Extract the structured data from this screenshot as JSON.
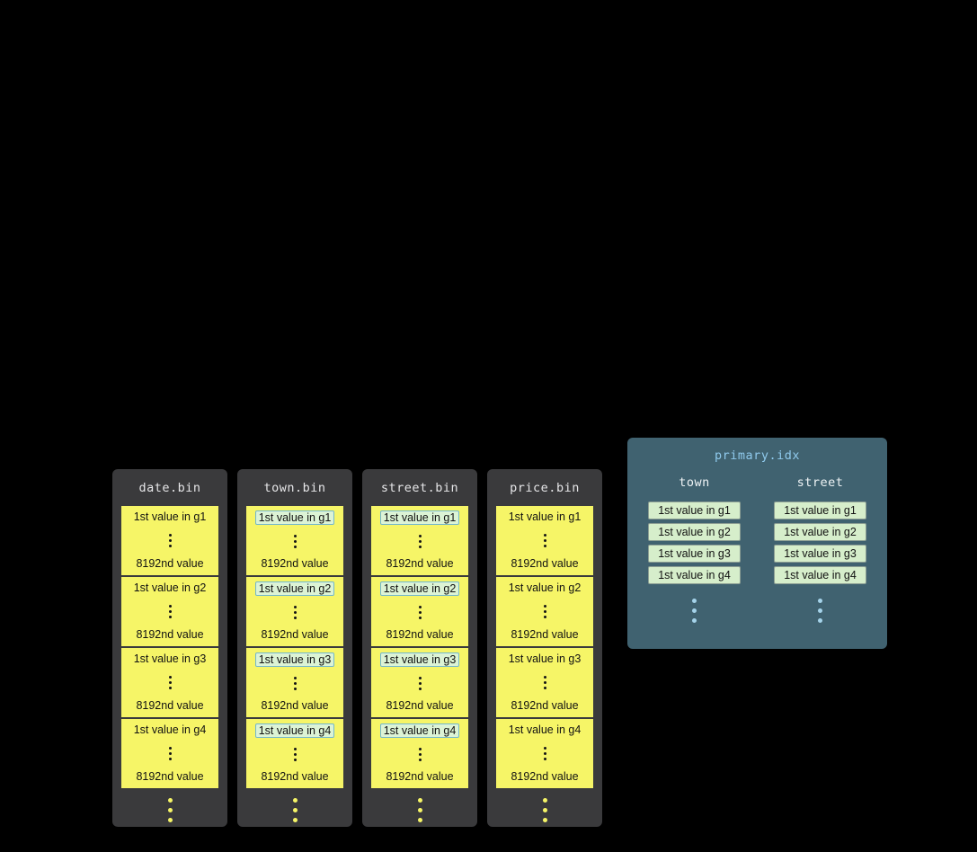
{
  "colors": {
    "background": "#000000",
    "bin_panel_bg": "#3a3a3c",
    "bin_title_text": "#e6e6e8",
    "granule_bg": "#f6f567",
    "granule_text": "#121212",
    "highlight_cell_bg": "#dcf3d5",
    "highlight_cell_border": "#72b7cc",
    "index_panel_bg": "#406270",
    "index_title_text": "#8fc9ec",
    "index_header_text": "#eef3f5",
    "index_cell_bg": "#d6eecb",
    "index_cell_border": "#8d9f94",
    "index_dots": "#a5d3ea",
    "bin_dots": "#f6f567"
  },
  "bin_files": [
    {
      "title": "date.bin",
      "highlight_first": false,
      "granules": [
        {
          "first_value": "1st value in g1",
          "last_value": "8192nd value"
        },
        {
          "first_value": "1st value in g2",
          "last_value": "8192nd value"
        },
        {
          "first_value": "1st value in g3",
          "last_value": "8192nd value"
        },
        {
          "first_value": "1st value in g4",
          "last_value": "8192nd value"
        }
      ]
    },
    {
      "title": "town.bin",
      "highlight_first": true,
      "granules": [
        {
          "first_value": "1st value in g1",
          "last_value": "8192nd value"
        },
        {
          "first_value": "1st value in g2",
          "last_value": "8192nd value"
        },
        {
          "first_value": "1st value in g3",
          "last_value": "8192nd value"
        },
        {
          "first_value": "1st value in g4",
          "last_value": "8192nd value"
        }
      ]
    },
    {
      "title": "street.bin",
      "highlight_first": true,
      "granules": [
        {
          "first_value": "1st value in g1",
          "last_value": "8192nd value"
        },
        {
          "first_value": "1st value in g2",
          "last_value": "8192nd value"
        },
        {
          "first_value": "1st value in g3",
          "last_value": "8192nd value"
        },
        {
          "first_value": "1st value in g4",
          "last_value": "8192nd value"
        }
      ]
    },
    {
      "title": "price.bin",
      "highlight_first": false,
      "granules": [
        {
          "first_value": "1st value in g1",
          "last_value": "8192nd value"
        },
        {
          "first_value": "1st value in g2",
          "last_value": "8192nd value"
        },
        {
          "first_value": "1st value in g3",
          "last_value": "8192nd value"
        },
        {
          "first_value": "1st value in g4",
          "last_value": "8192nd value"
        }
      ]
    }
  ],
  "primary_index": {
    "title": "primary.idx",
    "columns": [
      {
        "header": "town",
        "entries": [
          "1st value in g1",
          "1st value in g2",
          "1st value in g3",
          "1st value in g4"
        ]
      },
      {
        "header": "street",
        "entries": [
          "1st value in g1",
          "1st value in g2",
          "1st value in g3",
          "1st value in g4"
        ]
      }
    ]
  }
}
